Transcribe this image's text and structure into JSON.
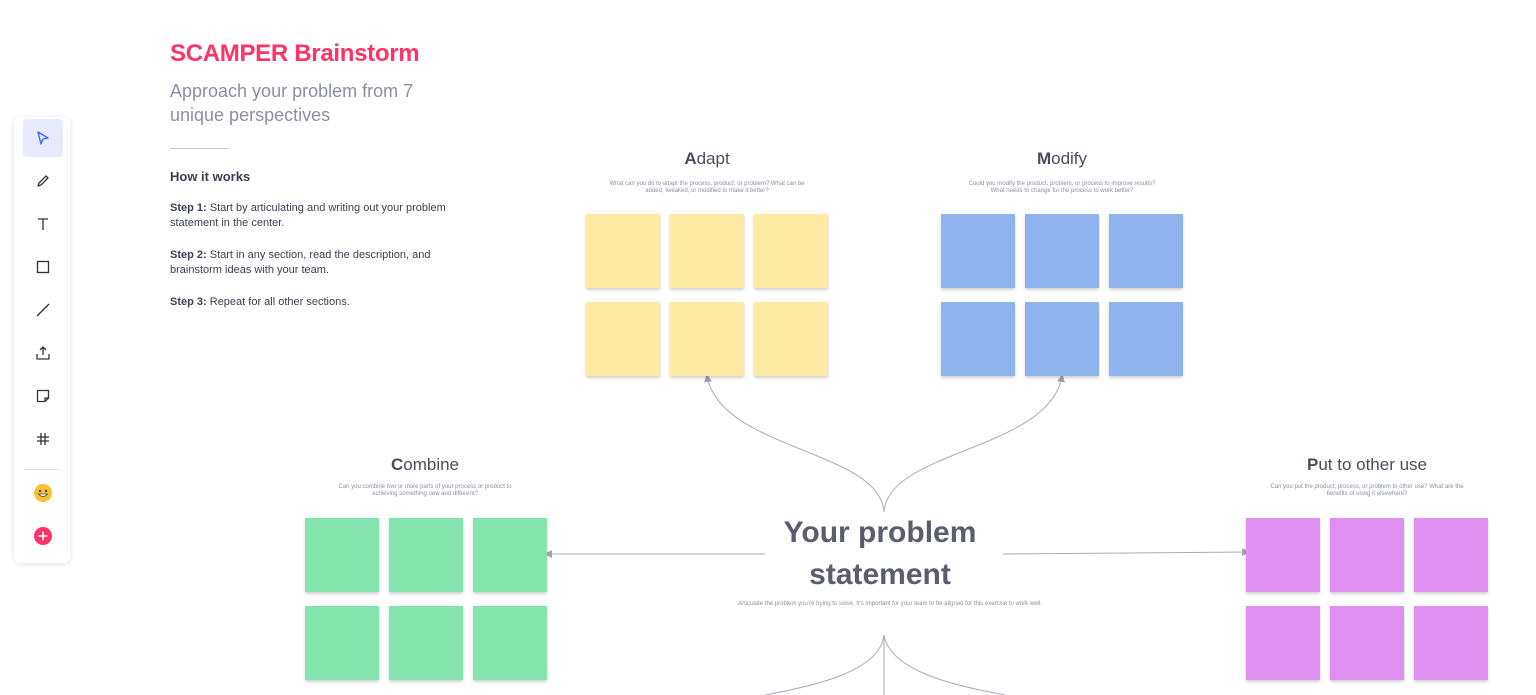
{
  "toolbar": {
    "tools": [
      "select-tool",
      "pen-tool",
      "text-tool",
      "shape-tool",
      "line-tool",
      "upload-tool",
      "sticky-note-tool",
      "frame-tool",
      "emoji-tool",
      "add-tool"
    ]
  },
  "intro": {
    "title": "SCAMPER Brainstorm",
    "subtitle": "Approach your problem from 7 unique perspectives",
    "how_title": "How it works",
    "steps": [
      {
        "label": "Step 1:",
        "text": " Start by articulating and writing out your problem statement in the center."
      },
      {
        "label": "Step 2:",
        "text": " Start in any section, read the description, and brainstorm ideas with your team."
      },
      {
        "label": "Step 3:",
        "text": " Repeat for all other sections."
      }
    ]
  },
  "sections": {
    "adapt": {
      "initial": "A",
      "rest": "dapt",
      "desc": "What can you do to adapt the process, product, or problem? What can be added, tweaked, or modified to make it better?"
    },
    "modify": {
      "initial": "M",
      "rest": "odify",
      "desc": "Could you modify the product, problem, or process to improve results? What needs to change for the process to work better?"
    },
    "combine": {
      "initial": "C",
      "rest": "ombine",
      "desc": "Can you combine two or more parts of your process or product to achieving something new and different?"
    },
    "put": {
      "initial": "P",
      "rest": "ut to other use",
      "desc": "Can you put the product, process, or problem to other use? What are the benefits of using it elsewhere?"
    }
  },
  "center": {
    "title": "Your problem statement",
    "desc": "Articulate the problem you're trying to solve. It's important for your team to be aligned for this exercise to work well."
  },
  "colors": {
    "accent": "#ff3366",
    "yellow": "#fdeaa3",
    "blue": "#8fb3ec",
    "green": "#85e3ad",
    "purple": "#df8ff0"
  }
}
